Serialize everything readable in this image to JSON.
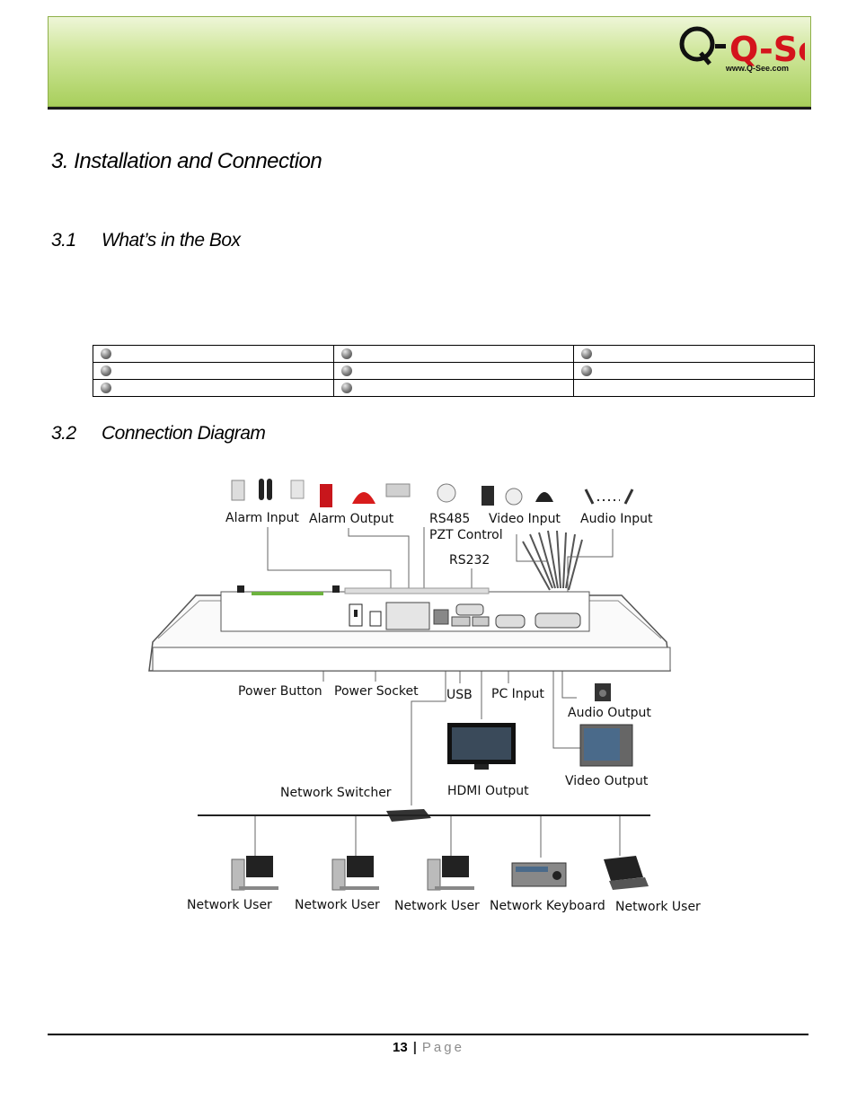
{
  "header": {
    "logo_text": "Q-See",
    "logo_url": "www.Q-See.com"
  },
  "section_title": "3. Installation and Connection",
  "subsections": [
    {
      "number": "3.1",
      "title": "What’s in the Box"
    },
    {
      "number": "3.2",
      "title": "Connection Diagram"
    }
  ],
  "box_table": {
    "rows": [
      [
        "",
        "",
        ""
      ],
      [
        "",
        "",
        ""
      ],
      [
        "",
        "",
        null
      ]
    ]
  },
  "diagram": {
    "labels": {
      "alarm_input": "Alarm Input",
      "alarm_output": "Alarm Output",
      "rs485": "RS485",
      "pzt_control": "PZT Control",
      "video_input": "Video Input",
      "audio_input": "Audio Input",
      "rs232": "RS232",
      "power_button": "Power Button",
      "power_socket": "Power Socket",
      "usb": "USB",
      "pc_input": "PC Input",
      "audio_output": "Audio Output",
      "video_output": "Video Output",
      "hdmi_output": "HDMI Output",
      "network_switcher": "Network Switcher",
      "network_user": "Network User",
      "network_keyboard": "Network Keyboard"
    }
  },
  "footer": {
    "page_number": "13",
    "separator": "|",
    "page_label": "Page"
  },
  "colors": {
    "header_green_light": "#eef6d8",
    "header_green_dark": "#a8cf5c",
    "logo_red": "#d4141c"
  }
}
